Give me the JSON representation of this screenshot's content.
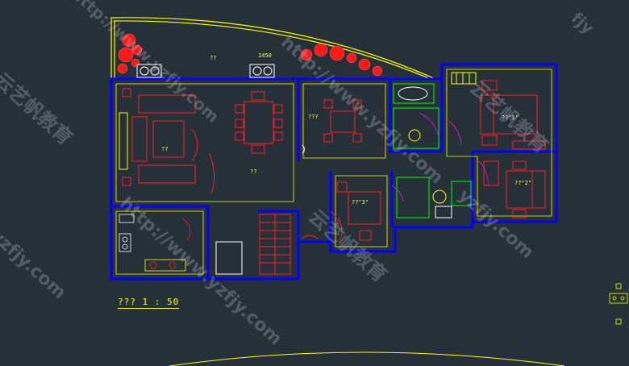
{
  "drawing": {
    "scale_label": "??? 1 : 50",
    "dimension_label": "1450",
    "rooms": [
      {
        "id": "balcony",
        "label": "??"
      },
      {
        "id": "living",
        "label": "??"
      },
      {
        "id": "dining",
        "label": "??"
      },
      {
        "id": "hall",
        "label": "???"
      },
      {
        "id": "bedroom1",
        "label": "??\"1\""
      },
      {
        "id": "bedroom2",
        "label": "??\"2\""
      },
      {
        "id": "bedroom3",
        "label": "??\"3\""
      }
    ]
  },
  "watermarks": {
    "url": "http://www.yzfjy.com",
    "brand": "云艺帆教育",
    "short_url": "yzfjy.com",
    "corner": "fjy"
  },
  "colors": {
    "background": "#263038",
    "wall": "#0000ff",
    "furniture": "#ff2020",
    "outline": "#ffff00",
    "fixture": "#00ff00",
    "accent": "#ff00ff"
  }
}
